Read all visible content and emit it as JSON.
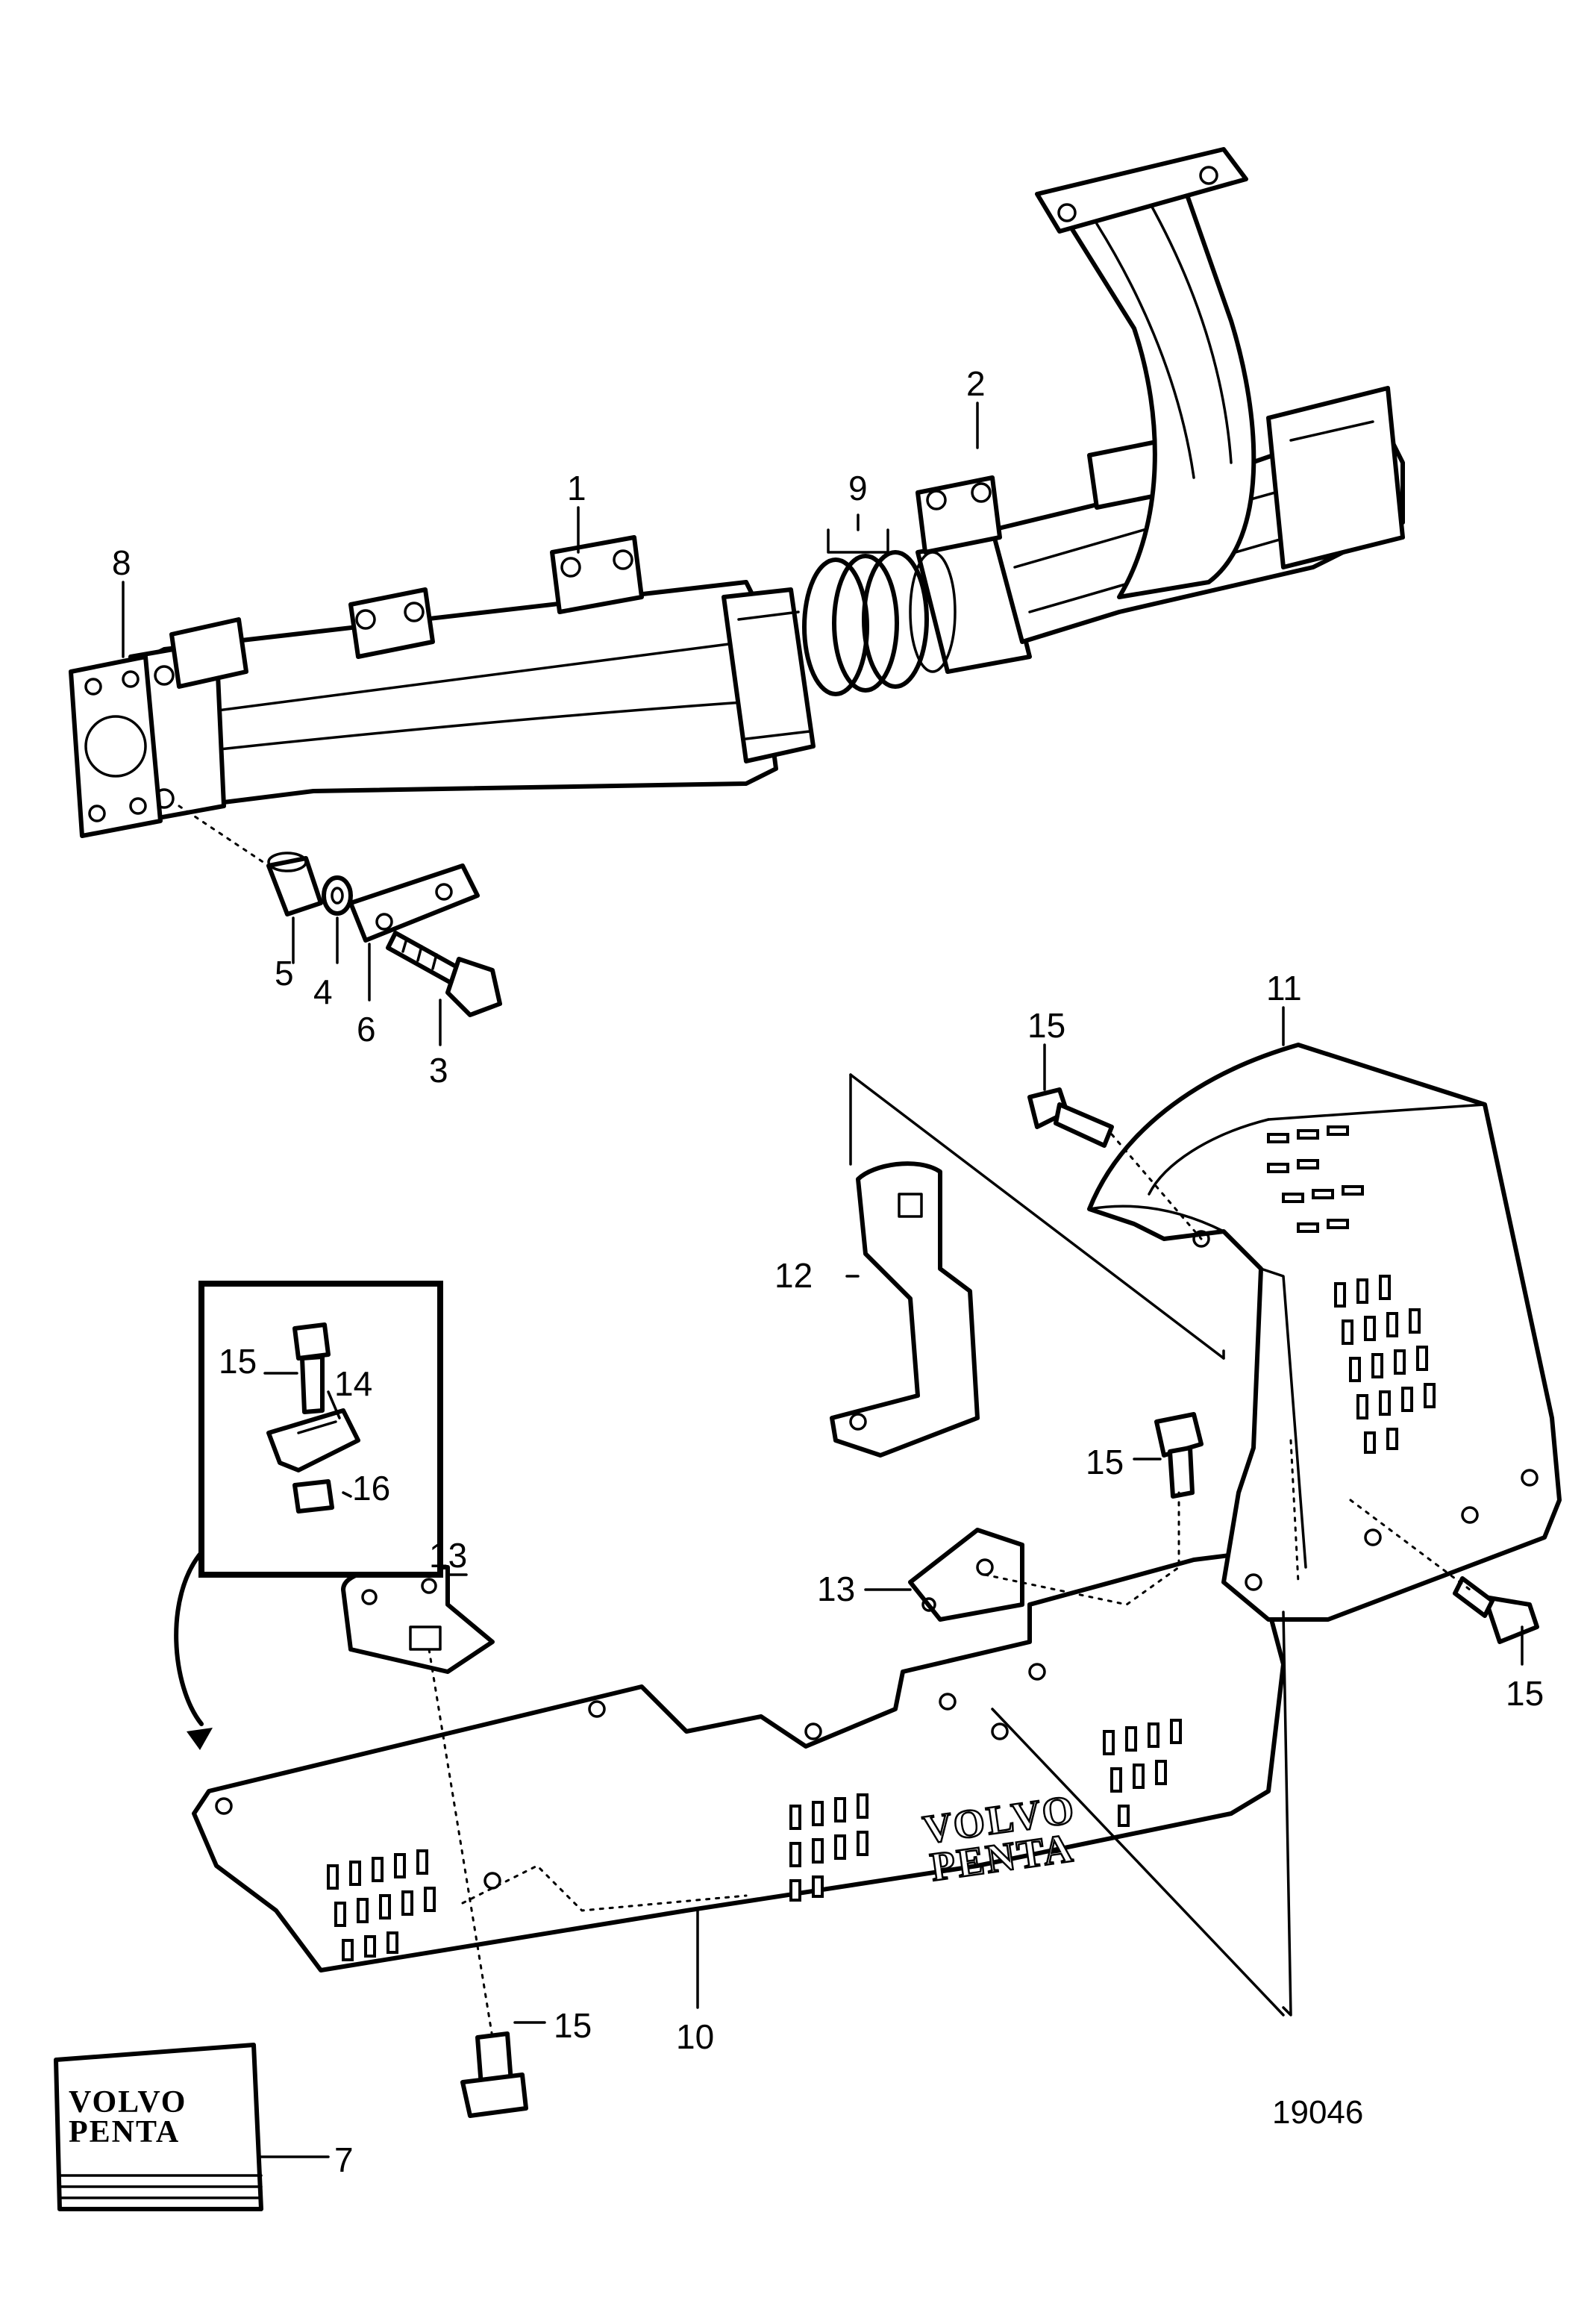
{
  "diagram_number": "19046",
  "callouts": {
    "c1": "1",
    "c2": "2",
    "c3": "3",
    "c4": "4",
    "c5": "5",
    "c6": "6",
    "c7": "7",
    "c8": "8",
    "c9": "9",
    "c10": "10",
    "c11": "11",
    "c12": "12",
    "c13a": "13",
    "c13b": "13",
    "c14": "14",
    "c15a": "15",
    "c15b": "15",
    "c15c": "15",
    "c15d": "15",
    "c15e": "15",
    "c16": "16"
  },
  "book_cover": {
    "brand_line1": "VOLVO",
    "brand_line2": "PENTA"
  },
  "shield_emboss": {
    "line1": "VOLVO",
    "line2": "PENTA"
  }
}
